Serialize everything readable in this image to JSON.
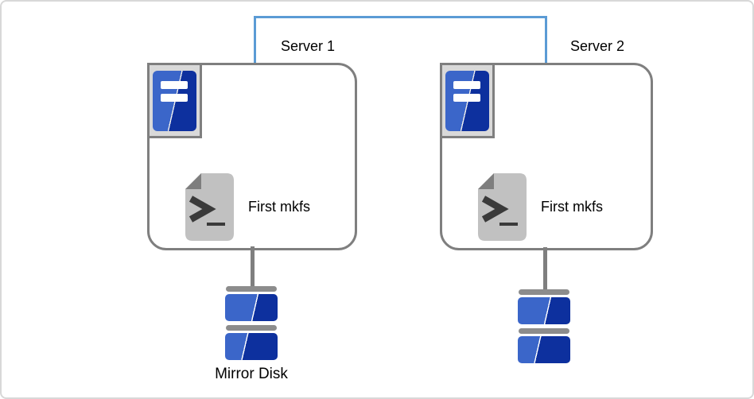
{
  "servers": [
    {
      "label": "Server 1",
      "script_label": "First mkfs"
    },
    {
      "label": "Server 2",
      "script_label": "First mkfs"
    }
  ],
  "disk": {
    "mirror_label": "Mirror Disk"
  },
  "icons": {
    "server": "server-tower-icon",
    "script": "shell-script-icon",
    "disk": "mirror-disk-icon",
    "connection": "interconnect-line"
  },
  "colors": {
    "connection_line": "#5B9BD5",
    "box_border": "#7F7F7F",
    "icon_plate_bg": "#D9D9D9",
    "server_blue_light": "#3B66C9",
    "server_blue_dark": "#0D309E",
    "script_page": "#C1C1C1",
    "script_fold": "#7E7E7E",
    "script_glyph": "#3A3A3A",
    "disk_bar": "#8C8C8C",
    "frame_border": "#D8D8D8",
    "text": "#000000"
  }
}
